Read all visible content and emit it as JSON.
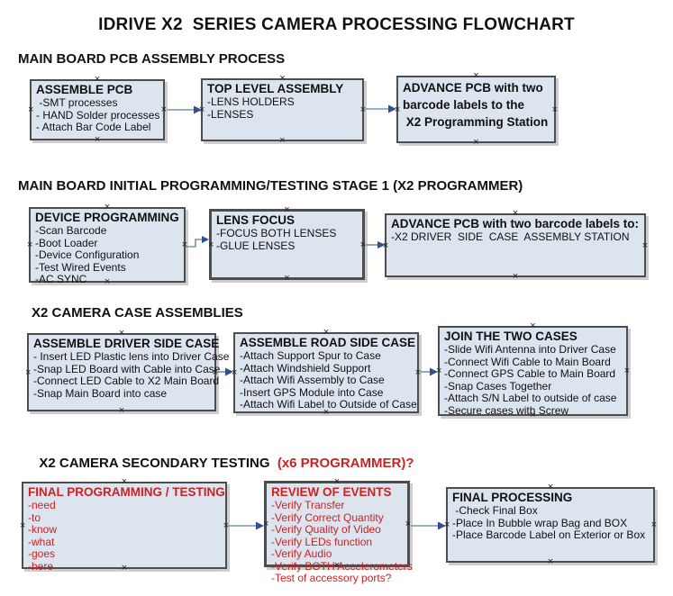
{
  "title": "IDRIVE X2  SERIES CAMERA PROCESSING FLOWCHART",
  "colors": {
    "text": "#111111",
    "red": "#cc2222",
    "box_fill": "#dce4ef",
    "box_border": "#4d4d4d",
    "arrow_line": "#7a93b5",
    "arrow_head": "#33508c"
  },
  "sections": {
    "s1": {
      "header": "MAIN BOARD PCB ASSEMBLY PROCESS"
    },
    "s2": {
      "header": "MAIN BOARD INITIAL PROGRAMMING/TESTING STAGE 1 (X2 PROGRAMMER)"
    },
    "s3": {
      "header": "X2 CAMERA CASE ASSEMBLIES"
    },
    "s4": {
      "header_black": "X2 CAMERA SECONDARY TESTING",
      "header_red": "  (x6 PROGRAMMER)?"
    }
  },
  "boxes": {
    "assemble_pcb": {
      "title": "ASSEMBLE PCB",
      "items": [
        " -SMT processes",
        "- HAND Solder processes",
        "- Attach Bar Code Label"
      ]
    },
    "top_level_assembly": {
      "title": "TOP LEVEL ASSEMBLY",
      "items": [
        "-LENS HOLDERS",
        "-LENSES"
      ]
    },
    "advance_pcb_to_programming": {
      "lines": [
        "ADVANCE PCB with two",
        "barcode labels to the",
        " X2 Programming Station"
      ]
    },
    "device_programming": {
      "title": "DEVICE PROGRAMMING",
      "items": [
        "-Scan Barcode",
        "-Boot Loader",
        "-Device Configuration",
        "-Test Wired Events",
        "-AC SYNC"
      ]
    },
    "lens_focus": {
      "title": "LENS FOCUS",
      "items": [
        "-FOCUS BOTH LENSES",
        "-GLUE LENSES"
      ]
    },
    "advance_pcb_to_case_station": {
      "title": "ADVANCE PCB with two barcode labels to:",
      "items": [
        "-X2 DRIVER  SIDE  CASE  ASSEMBLY STATION"
      ]
    },
    "assemble_driver_side_case": {
      "title": "ASSEMBLE DRIVER SIDE CASE",
      "items": [
        "- Insert LED Plastic lens into Driver Case",
        "-Snap LED Board with Cable into Case",
        "-Connect LED Cable to X2 Main Board",
        "-Snap Main Board into case"
      ]
    },
    "assemble_road_side_case": {
      "title": "ASSEMBLE ROAD SIDE CASE",
      "items": [
        "-Attach Support Spur to Case",
        "-Attach Windshield Support",
        "-Attach Wifi Assembly to Case",
        "-Insert GPS Module into Case",
        "-Attach Wifi Label to Outside of Case"
      ]
    },
    "join_the_two_cases": {
      "title": "JOIN THE TWO CASES",
      "items": [
        "-Slide Wifi Antenna into Driver Case",
        "-Connect Wifi Cable to Main Board",
        "-Connect GPS Cable to Main Board",
        "-Snap Cases Together",
        "-Attach S/N Label to outside of case",
        "-Secure cases with Screw"
      ]
    },
    "final_programming_testing": {
      "title": "FINAL PROGRAMMING / TESTING",
      "items": [
        "-need",
        "-to",
        "-know",
        "-what",
        "-goes",
        "-here"
      ]
    },
    "review_of_events": {
      "title": "REVIEW OF EVENTS",
      "items": [
        "-Verify Transfer",
        "-Verify Correct Quantity",
        "-Verify Quality of Video",
        "-Verify LEDs function",
        "-Verify Audio",
        "-Verify BOTH Accelerometers",
        "-Test of accessory ports?"
      ]
    },
    "final_processing": {
      "title": "FINAL PROCESSING",
      "items": [
        " -Check Final Box",
        "-Place In Bubble wrap Bag and BOX",
        "-Place Barcode Label on Exterior or Box"
      ]
    }
  }
}
